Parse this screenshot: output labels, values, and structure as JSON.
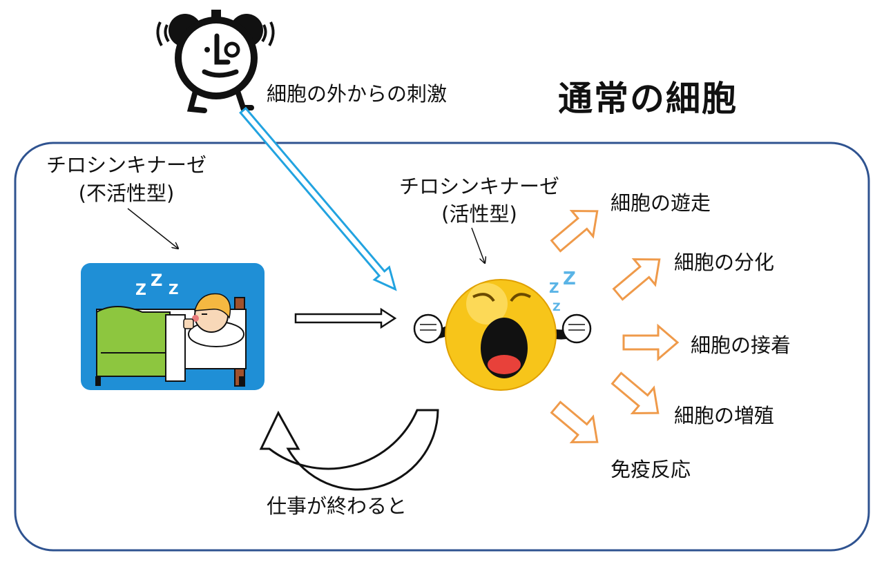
{
  "title": "通常の細胞",
  "stimulus_label": "細胞の外からの刺激",
  "inactive": {
    "name": "チロシンキナーゼ",
    "state": "(不活性型)"
  },
  "active": {
    "name": "チロシンキナーゼ",
    "state": "(活性型)"
  },
  "return_label": "仕事が終わると",
  "outcomes": [
    "細胞の遊走",
    "細胞の分化",
    "細胞の接着",
    "細胞の増殖",
    "免疫反応"
  ],
  "colors": {
    "border": "#2f5390",
    "stimulus_arrow": "#22a3e0",
    "outcome_arrow": "#ef9a4a",
    "scene_bg": "#1f8fd6",
    "bed_green": "#8dc63f",
    "face_yellow": "#f7c51a"
  },
  "icons": {
    "alarm_clock": "alarm-clock-icon",
    "sleeping_person": "sleeping-person-icon",
    "awake_face": "yelling-face-icon"
  }
}
